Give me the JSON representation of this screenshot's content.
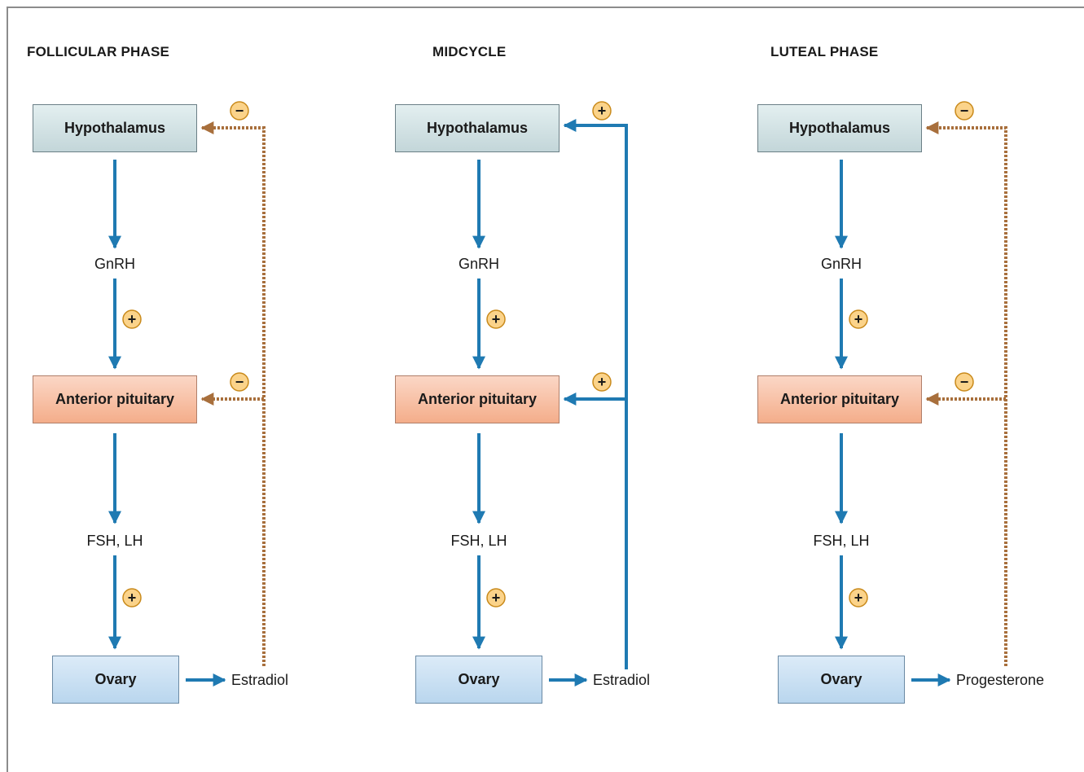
{
  "colors": {
    "stimulatory_arrow": "#1f7ab2",
    "inhibitory_arrow": "#a86f3c",
    "sign_badge_fill": "#fbd38a",
    "sign_badge_stroke": "#c98a1b",
    "hypothalamus_box": "#cfe0e3",
    "pituitary_box": "#f7c0a3",
    "ovary_box": "#c9e0f3"
  },
  "columns": [
    {
      "title": "FOLLICULAR PHASE",
      "hypothalamus": "Hypothalamus",
      "gnrh": "GnRH",
      "pituitary": "Anterior pituitary",
      "gonadotropins": "FSH, LH",
      "ovary": "Ovary",
      "hormone": "Estradiol",
      "gnrh_effect": "+",
      "gonadotropin_effect": "+",
      "feedback_type": "negative",
      "feedback_sign_hypothalamus": "−",
      "feedback_sign_pituitary": "−"
    },
    {
      "title": "MIDCYCLE",
      "hypothalamus": "Hypothalamus",
      "gnrh": "GnRH",
      "pituitary": "Anterior pituitary",
      "gonadotropins": "FSH, LH",
      "ovary": "Ovary",
      "hormone": "Estradiol",
      "gnrh_effect": "+",
      "gonadotropin_effect": "+",
      "feedback_type": "positive",
      "feedback_sign_hypothalamus": "+",
      "feedback_sign_pituitary": "+"
    },
    {
      "title": "LUTEAL PHASE",
      "hypothalamus": "Hypothalamus",
      "gnrh": "GnRH",
      "pituitary": "Anterior pituitary",
      "gonadotropins": "FSH, LH",
      "ovary": "Ovary",
      "hormone": "Progesterone",
      "gnrh_effect": "+",
      "gonadotropin_effect": "+",
      "feedback_type": "negative",
      "feedback_sign_hypothalamus": "−",
      "feedback_sign_pituitary": "−"
    }
  ]
}
